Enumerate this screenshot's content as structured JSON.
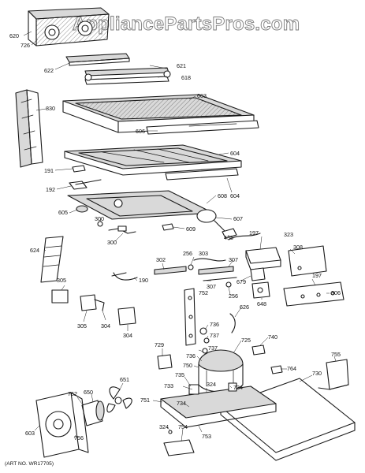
{
  "watermark": "AppliancePartsPros.com",
  "art_number": "(ART NO. WR17705)",
  "parts": [
    {
      "id": "p620",
      "label": "620"
    },
    {
      "id": "p726",
      "label": "726"
    },
    {
      "id": "p621",
      "label": "621"
    },
    {
      "id": "p622",
      "label": "622"
    },
    {
      "id": "p618",
      "label": "618"
    },
    {
      "id": "p603",
      "label": "603"
    },
    {
      "id": "p830",
      "label": "830"
    },
    {
      "id": "p606",
      "label": "606"
    },
    {
      "id": "p604a",
      "label": "604"
    },
    {
      "id": "p191",
      "label": "191"
    },
    {
      "id": "p192",
      "label": "192"
    },
    {
      "id": "p604b",
      "label": "604"
    },
    {
      "id": "p608",
      "label": "608"
    },
    {
      "id": "p605",
      "label": "605"
    },
    {
      "id": "p300a",
      "label": "300"
    },
    {
      "id": "p607",
      "label": "607"
    },
    {
      "id": "p609",
      "label": "609"
    },
    {
      "id": "p435",
      "label": "435"
    },
    {
      "id": "p197a",
      "label": "197"
    },
    {
      "id": "p323",
      "label": "323"
    },
    {
      "id": "p300b",
      "label": "300"
    },
    {
      "id": "p624",
      "label": "624"
    },
    {
      "id": "p302",
      "label": "302"
    },
    {
      "id": "p256a",
      "label": "256"
    },
    {
      "id": "p303",
      "label": "303"
    },
    {
      "id": "p307a",
      "label": "307"
    },
    {
      "id": "p308",
      "label": "308"
    },
    {
      "id": "p190",
      "label": "190"
    },
    {
      "id": "p305a",
      "label": "305"
    },
    {
      "id": "p307b",
      "label": "307"
    },
    {
      "id": "p679",
      "label": "679"
    },
    {
      "id": "p197b",
      "label": "197"
    },
    {
      "id": "p752",
      "label": "752"
    },
    {
      "id": "p256b",
      "label": "256"
    },
    {
      "id": "p306",
      "label": "306"
    },
    {
      "id": "p648",
      "label": "648"
    },
    {
      "id": "p626",
      "label": "626"
    },
    {
      "id": "p305b",
      "label": "305"
    },
    {
      "id": "p304a",
      "label": "304"
    },
    {
      "id": "p304b",
      "label": "304"
    },
    {
      "id": "p736a",
      "label": "736"
    },
    {
      "id": "p737a",
      "label": "737"
    },
    {
      "id": "p725",
      "label": "725"
    },
    {
      "id": "p740",
      "label": "740"
    },
    {
      "id": "p729",
      "label": "729"
    },
    {
      "id": "p737b",
      "label": "737"
    },
    {
      "id": "p736b",
      "label": "736"
    },
    {
      "id": "p755",
      "label": "755"
    },
    {
      "id": "p750",
      "label": "750"
    },
    {
      "id": "p764",
      "label": "764"
    },
    {
      "id": "p730",
      "label": "730"
    },
    {
      "id": "p735",
      "label": "735"
    },
    {
      "id": "p651",
      "label": "651"
    },
    {
      "id": "p762",
      "label": "762"
    },
    {
      "id": "p650",
      "label": "650"
    },
    {
      "id": "p733",
      "label": "733"
    },
    {
      "id": "p734a",
      "label": "734"
    },
    {
      "id": "p324a",
      "label": "324"
    },
    {
      "id": "p751",
      "label": "751"
    },
    {
      "id": "p734b",
      "label": "734"
    },
    {
      "id": "p324b",
      "label": "324"
    },
    {
      "id": "p754",
      "label": "754"
    },
    {
      "id": "p753",
      "label": "753"
    },
    {
      "id": "p756",
      "label": "756"
    },
    {
      "id": "p603b",
      "label": "603"
    }
  ]
}
